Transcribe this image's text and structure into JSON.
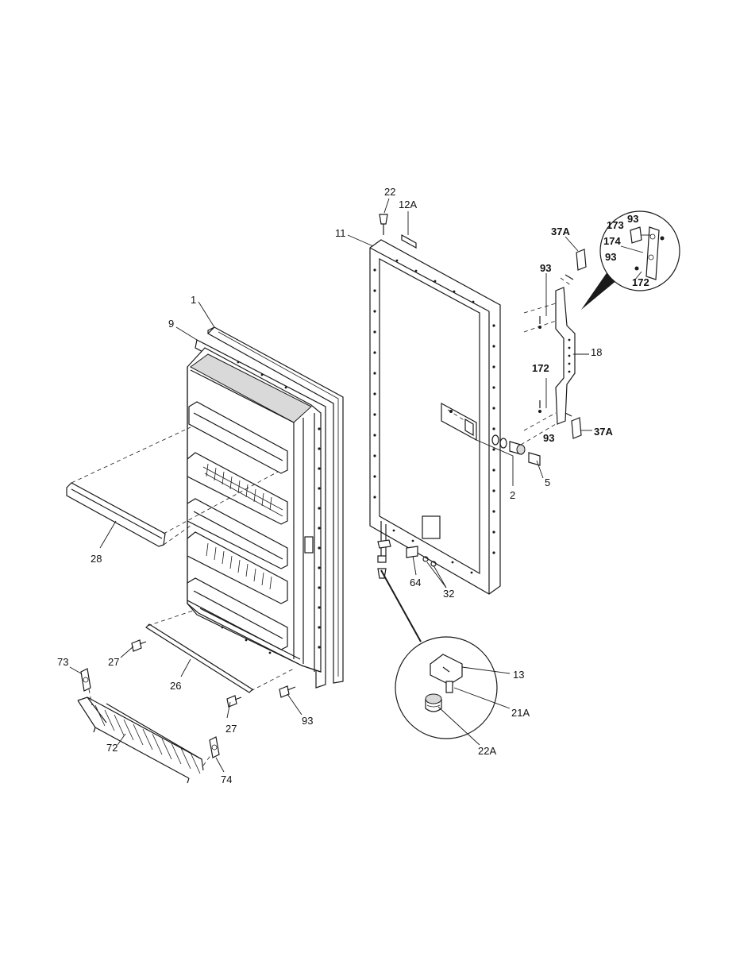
{
  "diagram": {
    "labels": {
      "p1": "1",
      "p9": "9",
      "p28": "28",
      "p27a": "27",
      "p27b": "27",
      "p26": "26",
      "p93a": "93",
      "p73": "73",
      "p72": "72",
      "p74": "74",
      "p22": "22",
      "p12A": "12A",
      "p11": "11",
      "p37Aa": "37A",
      "p37Ab": "37A",
      "p93b": "93",
      "p93c": "93",
      "p93d": "93",
      "p93e": "93",
      "p172a": "172",
      "p172b": "172",
      "p173": "173",
      "p174": "174",
      "p18": "18",
      "p5": "5",
      "p2": "2",
      "p64": "64",
      "p32": "32",
      "p13": "13",
      "p21A": "21A",
      "p22A": "22A"
    }
  }
}
